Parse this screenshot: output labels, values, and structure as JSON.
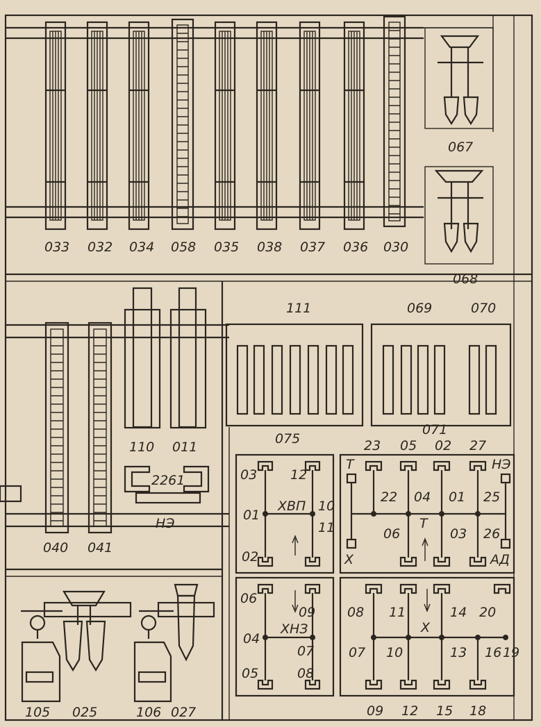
{
  "labels": {
    "rack_033": "033",
    "rack_032": "032",
    "rack_034": "034",
    "rack_058": "058",
    "rack_035": "035",
    "rack_038": "038",
    "rack_037": "037",
    "rack_036": "036",
    "rack_030": "030",
    "unit_067": "067",
    "unit_068": "068",
    "rack_040": "040",
    "rack_041": "041",
    "col_110": "110",
    "col_011": "011",
    "label_2261": "2261",
    "label_ne_left": "НЭ",
    "label_111": "111",
    "label_069": "069",
    "label_070": "070",
    "label_075": "075",
    "label_071": "071",
    "hvp_03": "03",
    "hvp_12": "12",
    "hvp_01": "01",
    "hvp_10": "10",
    "hvp_11": "11",
    "hvp_02": "02",
    "hvp_title": "ХВП",
    "hnz_06": "06",
    "hnz_09": "09",
    "hnz_title": "ХНЗ",
    "hnz_04": "04",
    "hnz_07": "07",
    "hnz_05": "05",
    "hnz_08": "08",
    "r_23": "23",
    "r_05": "05",
    "r_02": "02",
    "r_27": "27",
    "r_T1": "Т",
    "r_NE": "НЭ",
    "r_22": "22",
    "r_04": "04",
    "r_01": "01",
    "r_25": "25",
    "r_06": "06",
    "r_T2": "Т",
    "r_03": "03",
    "r_26": "26",
    "r_X1": "Х",
    "r_AD": "АД",
    "r_08": "08",
    "r_11": "11",
    "r_14": "14",
    "r_20": "20",
    "r_X2": "Х",
    "r_07": "07",
    "r_10": "10",
    "r_13": "13",
    "r_16": "16",
    "r_19": "19",
    "b_09": "09",
    "b_12": "12",
    "b_15": "15",
    "b_18": "18",
    "m_105": "105",
    "m_025": "025",
    "m_106": "106",
    "m_027": "027"
  }
}
